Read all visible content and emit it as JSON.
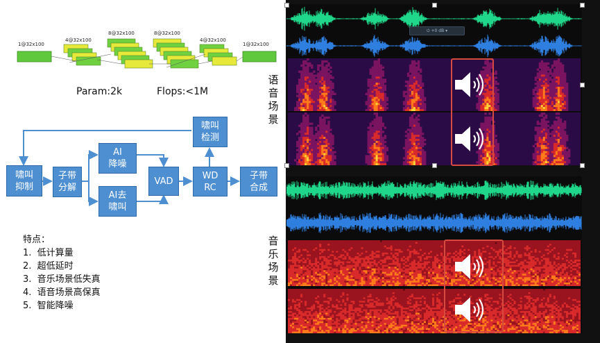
{
  "network": {
    "layers": [
      "1@32x100",
      "4@32x100",
      "8@32x100",
      "8@32x100",
      "4@32x100",
      "1@32x100"
    ],
    "param": "Param:2k",
    "flops": "Flops:<1M"
  },
  "flow": {
    "howl_suppress": "啸叫\n抑制",
    "subband_decomp": "子带\n分解",
    "ai_denoise": "AI\n降噪",
    "ai_dehowl": "AI去\n啸叫",
    "vad": "VAD",
    "wdrc": "WD\nRC",
    "howl_detect": "啸叫\n检测",
    "subband_synth": "子带\n合成"
  },
  "features": {
    "title": "特点：",
    "items": [
      "1.  低计算量",
      "2.  超低延时",
      "3.  音乐场景低失真",
      "4.  语音场景高保真",
      "5.  智能降噪"
    ]
  },
  "labels": {
    "speech_scene": "语音场景",
    "music_scene": "音乐场景"
  },
  "editor": {
    "volume_readout": "+0 dB"
  },
  "colors": {
    "block_fill": "#4d8fd1",
    "layer_green": "#5fc83c",
    "layer_yellow": "#e6e83a",
    "wave_green": "#1fd68a",
    "wave_blue": "#2f7fe0",
    "highlight_red": "#d64a40"
  },
  "icons": [
    "speaker-icon",
    "speaker-icon",
    "speaker-icon",
    "speaker-icon",
    "power-icon",
    "chevron-down-icon"
  ]
}
